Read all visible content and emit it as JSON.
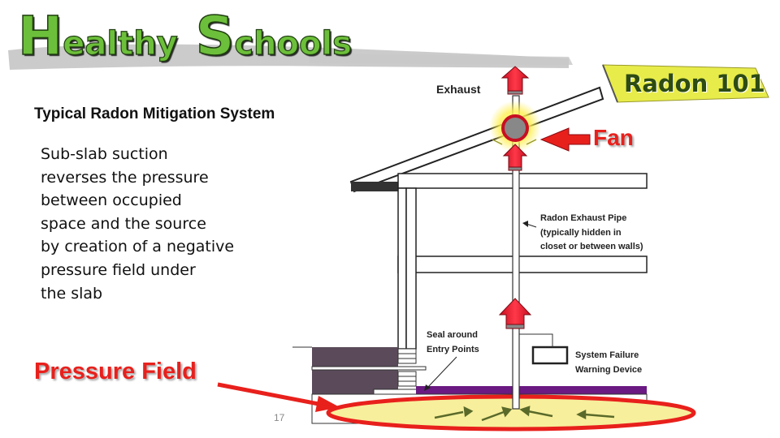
{
  "header": {
    "brand_h": "H",
    "brand_ealthy": "ealthy",
    "brand_s": "S",
    "brand_chools": "chools",
    "badge": "Radon 101"
  },
  "slide": {
    "title": "Typical Radon Mitigation System",
    "body_lines": [
      "Sub-slab suction",
      "reverses the pressure",
      "between occupied",
      "space and the source",
      "by creation of a negative",
      "pressure field under",
      "the slab"
    ],
    "pressure_field_label": "Pressure Field",
    "page_number": "17"
  },
  "diagram": {
    "exhaust_label": "Exhaust",
    "fan_label": "Fan",
    "pipe_label_lines": [
      "Radon Exhaust Pipe",
      "(typically hidden in",
      "closet or between walls)"
    ],
    "seal_label_lines": [
      "Seal around",
      "Entry Points"
    ],
    "warning_label_lines": [
      "System  Failure",
      "Warning Device"
    ]
  },
  "colors": {
    "brand_green": "#6cbf3a",
    "badge_yellow": "#e8ec4a",
    "arrow_red": "#e8201c",
    "pipe_arrow_red": "#d4142a",
    "pressure_field_fill": "#f7ef9c",
    "slab_purple": "#6a1a82"
  }
}
